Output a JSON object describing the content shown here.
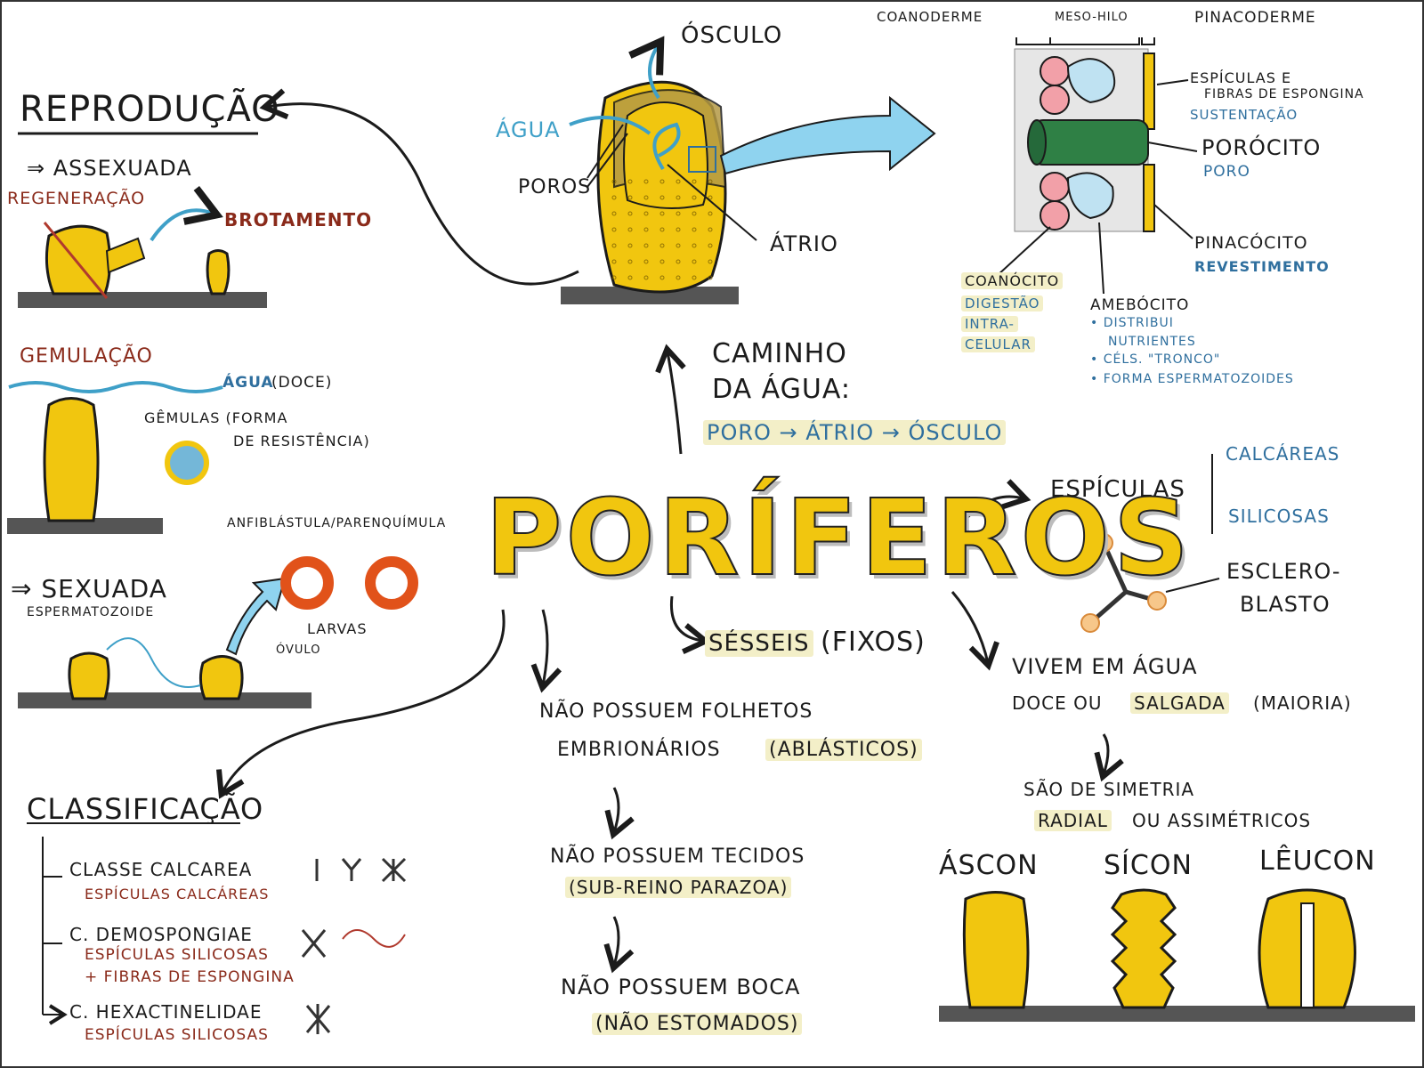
{
  "title": "PORÍFEROS",
  "reproducao": {
    "heading": "REPRODUÇÃO",
    "assexuada": "⇒ ASSEXUADA",
    "regeneracao": "REGENERAÇÃO",
    "brotamento": "BROTAMENTO",
    "gemulacao": "GEMULAÇÃO",
    "agua": "ÁGUA",
    "doce": "(DOCE)",
    "gemulas_line1": "GÊMULAS (FORMA",
    "gemulas_line2": "DE RESISTÊNCIA)",
    "sexuada": "⇒ SEXUADA",
    "espermatozoide": "ESPERMATOZOIDE",
    "larva_types": "ANFIBLÁSTULA/PARENQUÍMULA",
    "larvas": "LARVAS",
    "ovulo": "ÓVULO"
  },
  "estrutura": {
    "osculo": "ÓSCULO",
    "agua": "ÁGUA",
    "poros": "POROS",
    "atrio": "ÁTRIO"
  },
  "parede": {
    "coanoderme": "COANODERME",
    "mesohilo": "MESO-HILO",
    "pinacoderme": "PINACODERME",
    "espiculas_line1": "ESPÍCULAS E",
    "espiculas_line2": "FIBRAS DE ESPONGINA",
    "sustentacao": "SUSTENTAÇÃO",
    "porocito": "PORÓCITO",
    "poro": "PORO",
    "pinacocito": "PINACÓCITO",
    "revestimento": "REVESTIMENTO",
    "coanocito": "COANÓCITO",
    "coanocito_desc": [
      "DIGESTÃO",
      "INTRA-",
      "CELULAR"
    ],
    "amebocito": "AMEBÓCITO",
    "amebocito_desc": [
      "• DISTRIBUI",
      "NUTRIENTES",
      "• CÉLS. \"TRONCO\"",
      "• FORMA ESPERMATOZOIDES"
    ]
  },
  "caminho": {
    "line1": "CAMINHO",
    "line2": "DA ÁGUA:",
    "path": "PORO → ÁTRIO → ÓSCULO"
  },
  "espiculas": {
    "label": "ESPÍCULAS",
    "calcareas": "CALCÁREAS",
    "silicosas": "SILICOSAS",
    "escleroblasto_1": "ESCLERO-",
    "escleroblasto_2": "BLASTO"
  },
  "caracteristicas": {
    "sesseis": "SÉSSEIS",
    "fixos": "(FIXOS)",
    "vivem_line1": "VIVEM EM ÁGUA",
    "vivem_doce": "DOCE OU",
    "vivem_salgada": "SALGADA",
    "vivem_maioria": "(MAIORIA)",
    "simetria_line1": "SÃO DE SIMETRIA",
    "simetria_radial": "RADIAL",
    "simetria_rest": "OU ASSIMÉTRICOS",
    "folhetos_line1": "NÃO POSSUEM FOLHETOS",
    "folhetos_line2": "EMBRIONÁRIOS",
    "ablasticos": "(ABLÁSTICOS)",
    "tecidos_line1": "NÃO POSSUEM TECIDOS",
    "parazoa": "(SUB-REINO PARAZOA)",
    "boca_line1": "NÃO POSSUEM BOCA",
    "estomados": "(NÃO ESTOMADOS)"
  },
  "tipos": {
    "ascon": "ÁSCON",
    "sicon": "SÍCON",
    "leucon": "LÊUCON"
  },
  "classificacao": {
    "heading": "CLASSIFICAÇÃO",
    "items": [
      {
        "name": "CLASSE CALCAREA",
        "desc": "ESPÍCULAS CALCÁREAS",
        "desc2": ""
      },
      {
        "name": "C. DEMOSPONGIAE",
        "desc": "ESPÍCULAS SILICOSAS",
        "desc2": "+ FIBRAS DE ESPONGINA"
      },
      {
        "name": "C. HEXACTINELIDAE",
        "desc": "ESPÍCULAS SILICOSAS",
        "desc2": ""
      }
    ]
  },
  "colors": {
    "sponge_yellow": "#f1c60f",
    "ink": "#1b1b1b",
    "blue_label": "#2f6f9e",
    "water_blue": "#3fa0c8",
    "red_label": "#8a2a1a",
    "highlight": "#f3efc8",
    "ground": "#555555"
  }
}
